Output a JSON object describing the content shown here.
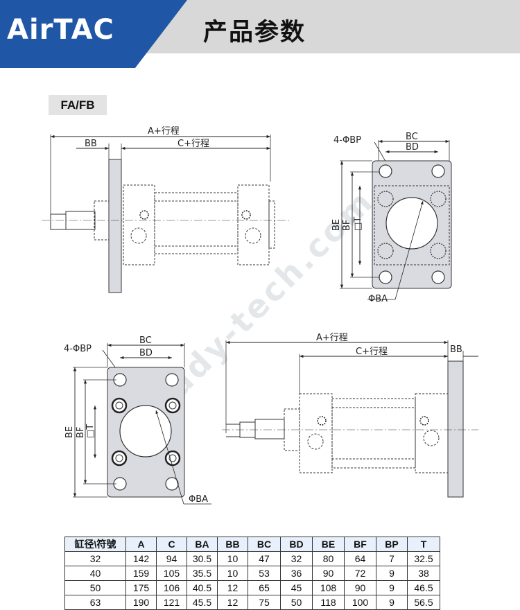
{
  "header": {
    "brand": "AirTAC",
    "title": "产品参数"
  },
  "section": {
    "label": "FA/FB"
  },
  "drawing": {
    "labels": {
      "a_stroke": "A+行程",
      "c_stroke": "C+行程",
      "bb": "BB",
      "bc": "BC",
      "bd": "BD",
      "bp": "4-ΦBP",
      "be": "BE",
      "bf": "BF",
      "t": "□T",
      "ba": "ΦBA"
    },
    "watermark": "steady-tech.com"
  },
  "table": {
    "headers": [
      "缸径\\符號",
      "A",
      "C",
      "BA",
      "BB",
      "BC",
      "BD",
      "BE",
      "BF",
      "BP",
      "T"
    ],
    "rows": [
      [
        "32",
        "142",
        "94",
        "30.5",
        "10",
        "47",
        "32",
        "80",
        "64",
        "7",
        "32.5"
      ],
      [
        "40",
        "159",
        "105",
        "35.5",
        "10",
        "53",
        "36",
        "90",
        "72",
        "9",
        "38"
      ],
      [
        "50",
        "175",
        "106",
        "40.5",
        "12",
        "65",
        "45",
        "108",
        "90",
        "9",
        "46.5"
      ],
      [
        "63",
        "190",
        "121",
        "45.5",
        "12",
        "75",
        "50",
        "118",
        "100",
        "9",
        "56.5"
      ]
    ]
  }
}
